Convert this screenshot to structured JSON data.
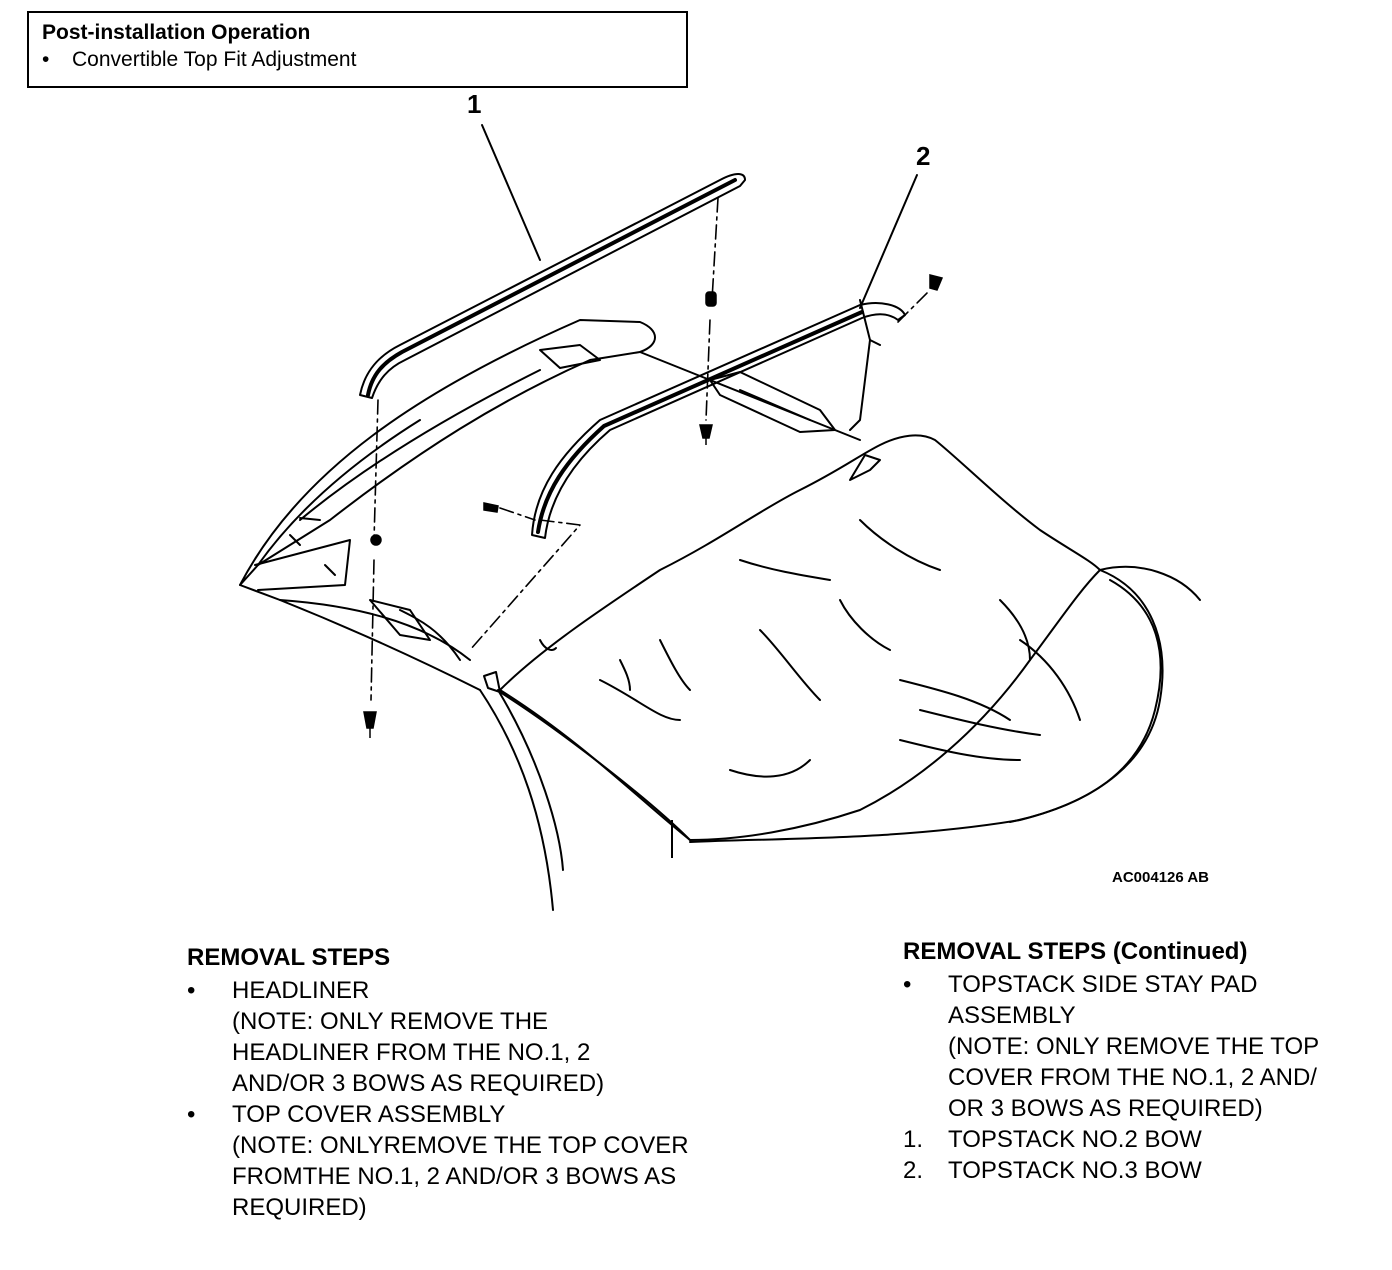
{
  "post_installation": {
    "title": "Post-installation Operation",
    "items": [
      "Convertible Top Fit Adjustment"
    ]
  },
  "figure": {
    "callouts": [
      "1",
      "2"
    ],
    "code": "AC004126 AB"
  },
  "removal_steps": {
    "heading": "REMOVAL STEPS",
    "items": [
      {
        "marker": "•",
        "text": "HEADLINER\n(NOTE: ONLY REMOVE THE\nHEADLINER FROM THE NO.1, 2\nAND/OR 3 BOWS AS REQUIRED)"
      },
      {
        "marker": "•",
        "text": "TOP COVER ASSEMBLY\n(NOTE: ONLYREMOVE THE TOP COVER\nFROMTHE NO.1, 2 AND/OR 3 BOWS AS\nREQUIRED)"
      }
    ]
  },
  "removal_steps_continued": {
    "heading": "REMOVAL STEPS (Continued)",
    "items": [
      {
        "marker": "•",
        "text": "TOPSTACK SIDE STAY PAD\nASSEMBLY\n(NOTE: ONLY REMOVE THE TOP\nCOVER FROM THE NO.1, 2 AND/\nOR 3 BOWS AS REQUIRED)"
      },
      {
        "marker": "1.",
        "text": "TOPSTACK NO.2 BOW"
      },
      {
        "marker": "2.",
        "text": "TOPSTACK NO.3 BOW"
      }
    ]
  }
}
